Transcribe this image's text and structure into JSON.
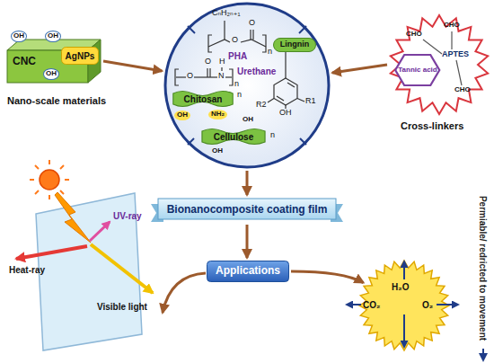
{
  "diagram": {
    "nodes": [
      {
        "text": [
          "CNC"
        ]
      },
      {
        "text": [
          "AgNPs"
        ],
        "in": 0
      },
      {
        "text": [
          "PHA",
          "Urethane"
        ]
      },
      {
        "text": [
          "Lingnin"
        ],
        "in": 2
      },
      {
        "text": [
          "Chitosan"
        ],
        "in": 2
      },
      {
        "text": [
          "Cellulose"
        ],
        "in": 2
      },
      {
        "text": [
          "APTES"
        ]
      },
      {
        "text": [
          "Tannic acid"
        ],
        "in": 6
      },
      {
        "text": [
          "Bionanocomposite coating film"
        ]
      },
      {
        "text": [
          "Applications"
        ]
      },
      {
        "text": [
          "H₂O",
          "CO₂",
          "O₂"
        ]
      }
    ],
    "edges": [
      {
        "from": 0,
        "to": 2,
        "arrow": "to"
      },
      {
        "from": 6,
        "to": 2,
        "arrow": "to"
      },
      {
        "from": 2,
        "to": 8,
        "arrow": "to"
      },
      {
        "from": 8,
        "to": 9,
        "arrow": "to"
      },
      {
        "from": 9,
        "to": 10,
        "arrow": "to"
      }
    ],
    "labels": [
      "Nano-scale materials",
      "OH",
      "OH",
      "OH",
      "CₙH₂ₙ₊₁",
      "O",
      "O",
      "n",
      "O",
      "O",
      "N",
      "H",
      "n",
      "R2",
      "R1",
      "OH",
      "OH",
      "NH₂",
      "n",
      "OH",
      "OH",
      "n",
      "CHO",
      "CHO",
      "CHO",
      "Cross-linkers",
      "UV-ray",
      "Heat-ray",
      "Visible light",
      "Permiable/ redricted to movement"
    ]
  }
}
